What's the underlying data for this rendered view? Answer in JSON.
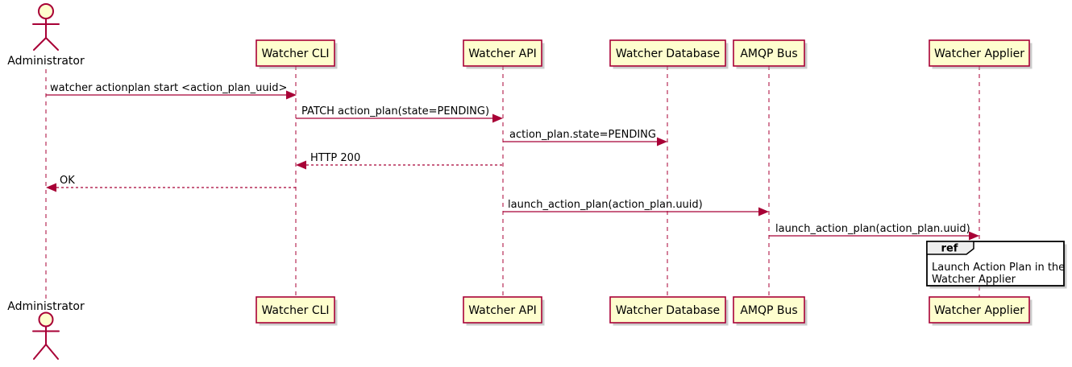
{
  "diagram": {
    "type": "uml-sequence",
    "colors": {
      "participant_fill": "#FEFECE",
      "participant_border": "#A80036",
      "message_line": "#A80036",
      "lifeline": "#A80036",
      "text": "#000000",
      "ref_header_fill": "#EEEEEE",
      "ref_border": "#000000",
      "background": "#FFFFFF"
    },
    "actor": {
      "label": "Administrator"
    },
    "participants": [
      {
        "label": "Watcher CLI"
      },
      {
        "label": "Watcher API"
      },
      {
        "label": "Watcher Database"
      },
      {
        "label": "AMQP Bus"
      },
      {
        "label": "Watcher Applier"
      }
    ],
    "messages": [
      {
        "from": "Administrator",
        "to": "Watcher CLI",
        "style": "solid",
        "label": "watcher actionplan start <action_plan_uuid>"
      },
      {
        "from": "Watcher CLI",
        "to": "Watcher API",
        "style": "solid",
        "label": "PATCH action_plan(state=PENDING)"
      },
      {
        "from": "Watcher API",
        "to": "Watcher Database",
        "style": "solid",
        "label": "action_plan.state=PENDING"
      },
      {
        "from": "Watcher API",
        "to": "Watcher CLI",
        "style": "dashed",
        "label": "HTTP 200"
      },
      {
        "from": "Watcher CLI",
        "to": "Administrator",
        "style": "dashed",
        "label": "OK"
      },
      {
        "from": "Watcher API",
        "to": "AMQP Bus",
        "style": "solid",
        "label": "launch_action_plan(action_plan.uuid)"
      },
      {
        "from": "AMQP Bus",
        "to": "Watcher Applier",
        "style": "solid",
        "label": "launch_action_plan(action_plan.uuid)"
      }
    ],
    "ref_fragment": {
      "keyword": "ref",
      "lines": [
        "Launch Action Plan in the",
        "Watcher Applier"
      ]
    }
  }
}
